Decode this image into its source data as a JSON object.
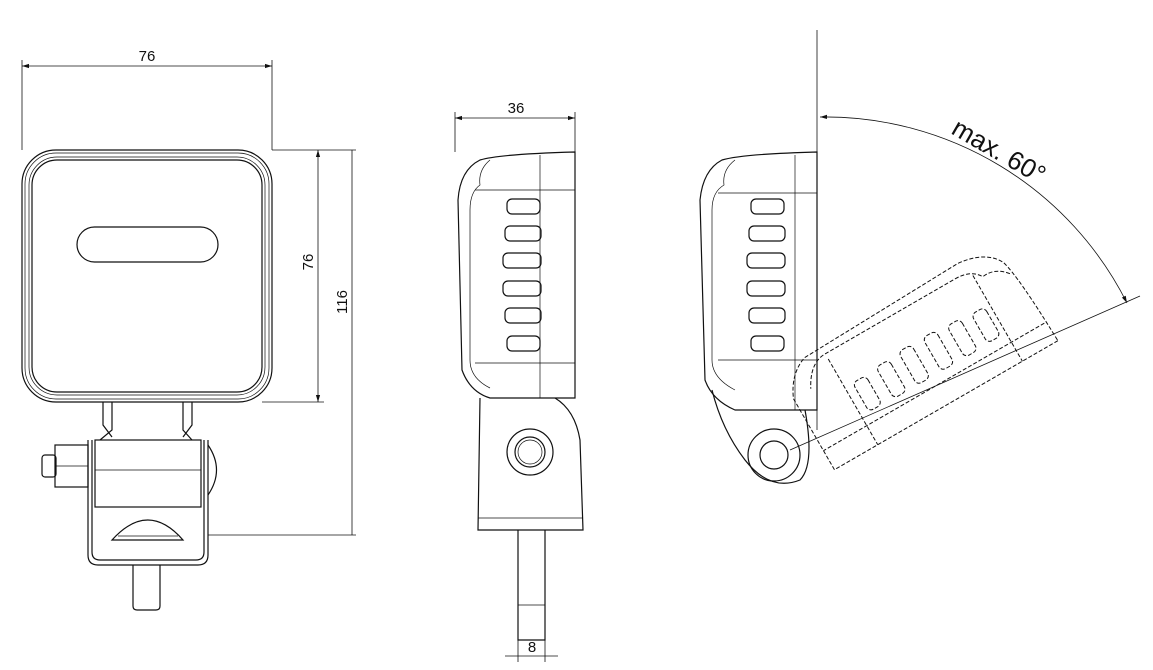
{
  "dimensions": {
    "front_width": "76",
    "front_height": "76",
    "total_height": "116",
    "side_depth": "36",
    "stud_diameter": "8",
    "tilt_angle": "max. 60°"
  },
  "colors": {
    "line": "#111111",
    "background": "#ffffff"
  }
}
